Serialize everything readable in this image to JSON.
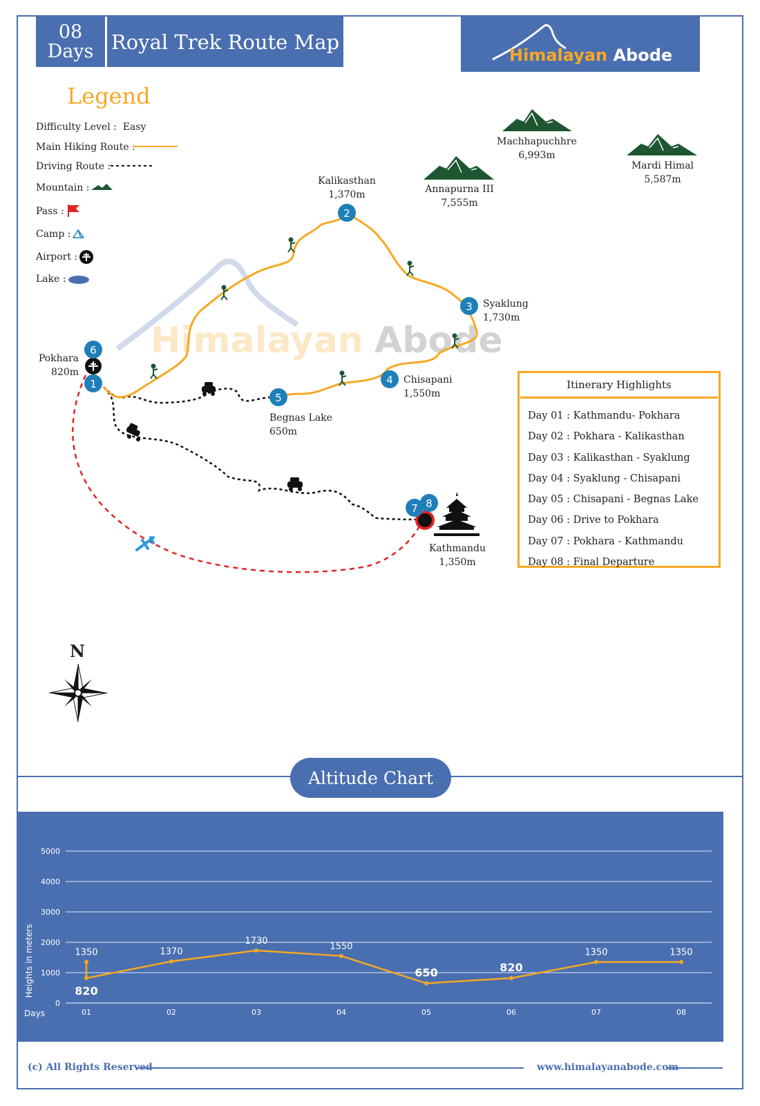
{
  "header": {
    "days_number": "08",
    "days_word": "Days",
    "title": "Royal Trek Route Map",
    "logo_part1": "Himalayan",
    "logo_part2": "Abode"
  },
  "legend": {
    "title": "Legend",
    "difficulty_label": "Difficulty Level :",
    "difficulty_value": "Easy",
    "hiking_route": "Main Hiking Route :",
    "driving_route": "Driving Route :",
    "mountain": "Mountain :",
    "pass": "Pass :",
    "camp": "Camp :",
    "airport": "Airport :",
    "lake": "Lake :"
  },
  "places": {
    "kalikasthan": {
      "name": "Kalikasthan",
      "alt": "1,370m",
      "stop": "2"
    },
    "syaklung": {
      "name": "Syaklung",
      "alt": "1,730m",
      "stop": "3"
    },
    "chisapani": {
      "name": "Chisapani",
      "alt": "1,550m",
      "stop": "4"
    },
    "begnas": {
      "name": "Begnas Lake",
      "alt": "650m",
      "stop": "5"
    },
    "pokhara": {
      "name": "Pokhara",
      "alt": "820m",
      "stop_a": "1",
      "stop_b": "6"
    },
    "kathmandu": {
      "name": "Kathmandu",
      "alt": "1,350m",
      "stop_a": "7",
      "stop_b": "8"
    }
  },
  "mountains": {
    "machhapuchhre": {
      "name": "Machhapuchhre",
      "alt": "6,993m"
    },
    "annapurna": {
      "name": "Annapurna III",
      "alt": "7,555m"
    },
    "mardi": {
      "name": "Mardi Himal",
      "alt": "5,587m"
    }
  },
  "watermark": {
    "part1": "Himalayan",
    "part2": "Abode"
  },
  "itinerary": {
    "title": "Itinerary Highlights",
    "days": [
      "Day 01 : Kathmandu- Pokhara",
      "Day 02 : Pokhara - Kalikasthan",
      "Day 03 : Kalikasthan - Syaklung",
      "Day 04 : Syaklung - Chisapani",
      "Day 05 : Chisapani - Begnas Lake",
      "Day 06 : Drive to Pokhara",
      "Day 07 : Pokhara - Kathmandu",
      "Day 08 : Final Departure"
    ]
  },
  "compass": {
    "north": "N"
  },
  "altitude_title": "Altitude Chart",
  "chart_data": {
    "type": "line",
    "ylabel": "Heights in meters",
    "xlabel": "Days",
    "ylim": [
      0,
      5000
    ],
    "yticks": [
      0,
      1000,
      2000,
      3000,
      4000,
      5000
    ],
    "categories": [
      "01",
      "02",
      "03",
      "04",
      "05",
      "06",
      "07",
      "08"
    ],
    "points": [
      {
        "day": "01",
        "value": 1350
      },
      {
        "day": "01",
        "value": 820
      },
      {
        "day": "02",
        "value": 1370
      },
      {
        "day": "03",
        "value": 1730
      },
      {
        "day": "04",
        "value": 1550
      },
      {
        "day": "05",
        "value": 650
      },
      {
        "day": "06",
        "value": 820
      },
      {
        "day": "07",
        "value": 1350
      },
      {
        "day": "08",
        "value": 1350
      }
    ],
    "line_color": "#f7a823",
    "background": "#4a6fb0",
    "grid": true
  },
  "footer": {
    "rights": "(c) All Rights Reserved",
    "url": "www.himalayanabode.com"
  },
  "colors": {
    "brand_blue": "#4a6fb0",
    "accent_orange": "#f7a823",
    "stop_blue": "#1f7fb8",
    "flight_red": "#e02424"
  }
}
